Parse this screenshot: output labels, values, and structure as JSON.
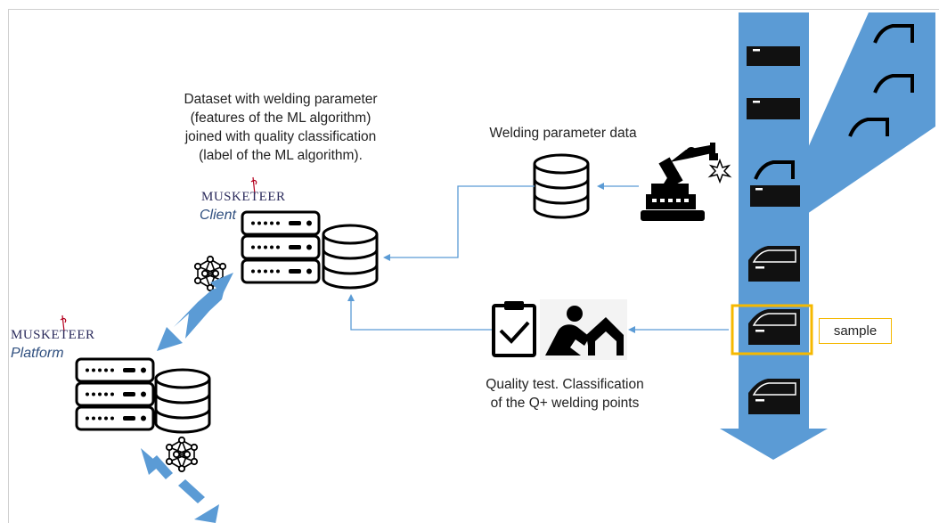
{
  "labels": {
    "dataset_caption": [
      "Dataset with welding parameter",
      "(features of the ML algorithm)",
      "joined with quality classification",
      "(label of the ML algorithm)."
    ],
    "welding_data": "Welding parameter data",
    "quality_caption": [
      "Quality test. Classification",
      "of the Q+ welding points"
    ],
    "sample": "sample"
  },
  "brand": {
    "name": "MUSKETEER",
    "client_role": "Client",
    "platform_role": "Platform"
  },
  "colors": {
    "conveyor": "#5B9BD5",
    "connector": "#5B9BD5",
    "brand_text": "#2B2B5C",
    "brand_accent": "#B4001E",
    "role_text": "#2F4F7F",
    "highlight": "#F5B800"
  },
  "icons": [
    "server-icon",
    "database-icon",
    "network-icon",
    "robot-arm-icon",
    "clipboard-check-icon",
    "inspector-icon",
    "car-door-icon",
    "car-door-frame-icon"
  ]
}
